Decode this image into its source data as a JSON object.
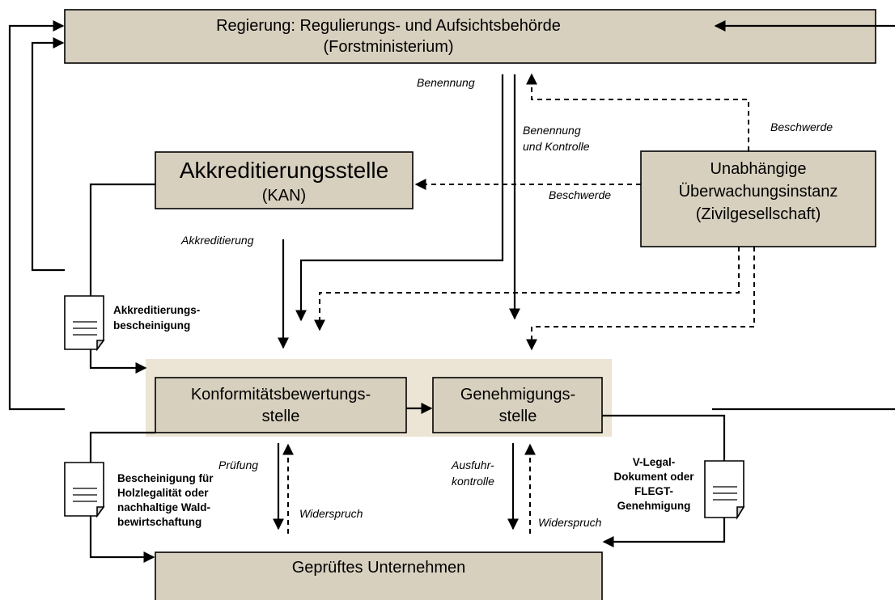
{
  "boxes": {
    "government": {
      "line1": "Regierung: Regulierungs- und Aufsichtsbehörde",
      "line2": "(Forstministerium)"
    },
    "accreditation": {
      "line1": "Akkreditierungsstelle",
      "line2": "(KAN)"
    },
    "monitoring": {
      "line1": "Unabhängige",
      "line2": "Überwachungsinstanz",
      "line3": "(Zivilgesellschaft)"
    },
    "conformity": {
      "line1": "Konformitätsbewertungs-",
      "line2": "stelle"
    },
    "licensing": {
      "line1": "Genehmigungs-",
      "line2": "stelle"
    },
    "company": {
      "line1": "Geprüftes Unternehmen"
    }
  },
  "labels": {
    "benennung": "Benennung",
    "benennung_kontrolle_1": "Benennung",
    "benennung_kontrolle_2": "und Kontrolle",
    "beschwerde_top": "Beschwerde",
    "beschwerde_mid": "Beschwerde",
    "akkreditierung": "Akkreditierung",
    "pruefung": "Prüfung",
    "widerspruch_left": "Widerspruch",
    "ausfuhr_1": "Ausfuhr-",
    "ausfuhr_2": "kontrolle",
    "widerspruch_right": "Widerspruch"
  },
  "documents": {
    "accreditation_cert": [
      "Akkreditierungs-",
      "bescheinigung"
    ],
    "legality_cert": [
      "Bescheinigung für",
      "Holzlegalität oder",
      "nachhaltige Wald-",
      "bewirtschaftung"
    ],
    "vlegal_doc": [
      "V-Legal-",
      "Dokument oder",
      "FLEGT-",
      "Genehmigung"
    ]
  },
  "icons": {
    "document": "document-icon"
  }
}
